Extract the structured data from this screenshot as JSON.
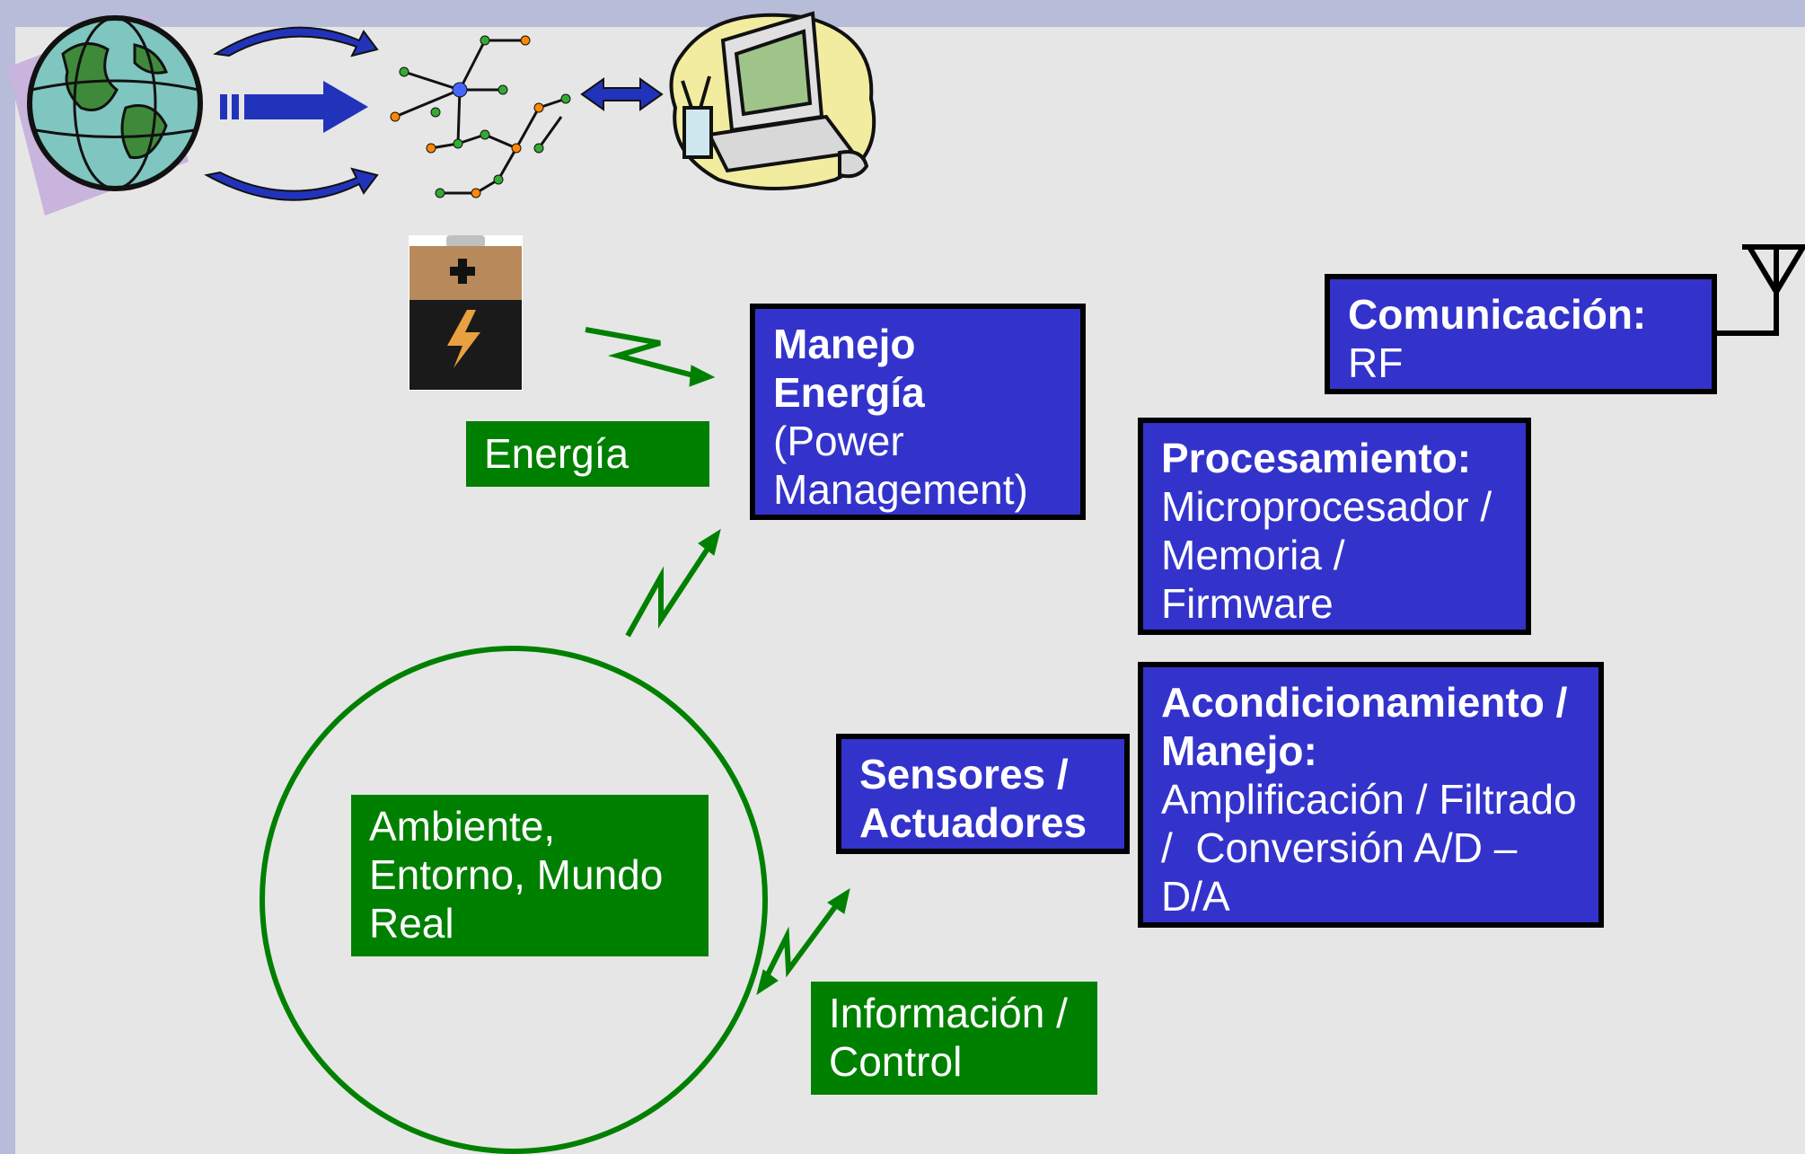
{
  "diagram": {
    "boxes": {
      "manejo_energia": {
        "title": "Manejo Energía",
        "body": "(Power Management)"
      },
      "comunicacion": {
        "title": "Comunicación:",
        "body": "RF"
      },
      "procesamiento": {
        "title": "Procesamiento:",
        "body": "Microprocesador / Memoria / Firmware"
      },
      "acondicionamiento": {
        "title": "Acondicionamiento /  Manejo:",
        "body": "Amplificación / Filtrado /  Conversión A/D – D/A"
      },
      "sensores": {
        "title": "Sensores / Actuadores"
      }
    },
    "labels": {
      "energia": "Energía",
      "ambiente": "Ambiente, Entorno, Mundo Real",
      "informacion": "Información / Control"
    },
    "icons": [
      "globe-icon",
      "curved-arrow-icon",
      "arrow-icon",
      "network-icon",
      "double-arrow-icon",
      "computer-icon",
      "battery-icon",
      "antenna-icon",
      "lightning-arrow-icon"
    ],
    "colors": {
      "background": "#e6e6e6",
      "frame": "#b7bcd8",
      "blue_box": "#3333cc",
      "green_box": "#008000",
      "green_line": "#008000",
      "arrow_blue": "#2233bb"
    }
  }
}
